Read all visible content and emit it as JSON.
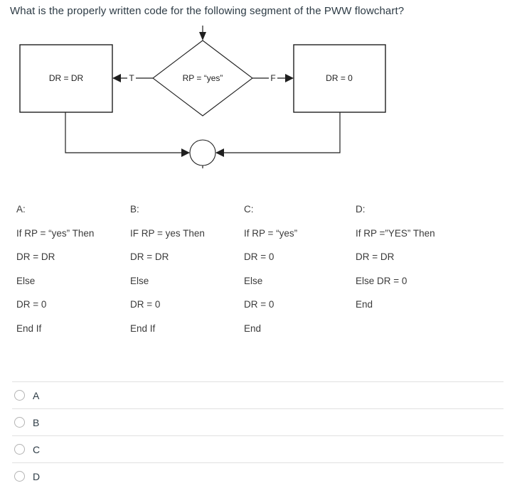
{
  "question": {
    "title": "What is the properly written code for the following segment of the PWW flowchart?"
  },
  "flowchart": {
    "decision_label": "RP = “yes”",
    "true_label": "T",
    "false_label": "F",
    "true_action": "DR = DR",
    "false_action": "DR = 0"
  },
  "options": [
    {
      "label": "A:",
      "lines": [
        "If RP = “yes” Then",
        "DR = DR",
        "Else",
        "DR = 0",
        "End If"
      ]
    },
    {
      "label": "B:",
      "lines": [
        "IF RP = yes Then",
        "DR = DR",
        "Else",
        "DR = 0",
        "End If"
      ]
    },
    {
      "label": "C:",
      "lines": [
        "If RP = “yes”",
        "DR = 0",
        "Else",
        "DR = 0",
        "End"
      ]
    },
    {
      "label": "D:",
      "lines": [
        "If RP =”YES” Then",
        "DR = DR",
        "Else DR = 0",
        "End"
      ]
    }
  ],
  "answers": [
    {
      "label": "A",
      "selected": false
    },
    {
      "label": "B",
      "selected": false
    },
    {
      "label": "C",
      "selected": false
    },
    {
      "label": "D",
      "selected": false
    }
  ],
  "colors": {
    "title_text": "#2d3b45",
    "code_text": "#3b3b3b",
    "flowchart_stroke": "#1f1f1f",
    "divider": "#e0e0e0",
    "radio_border": "#b3b3b3"
  }
}
